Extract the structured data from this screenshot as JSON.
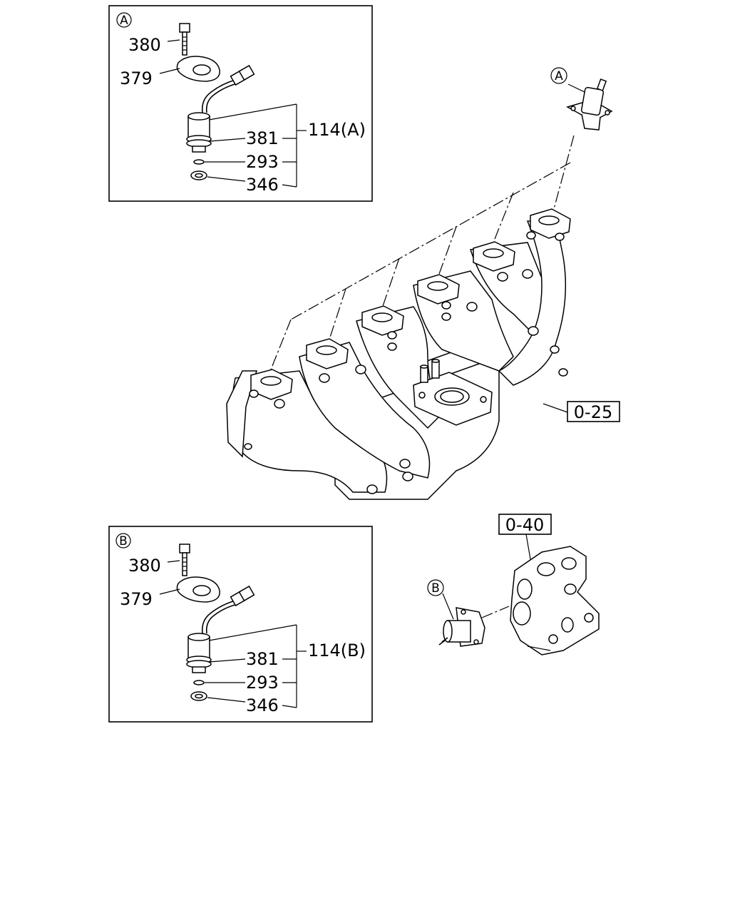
{
  "detail_a": {
    "marker": "A",
    "labels": {
      "bolt": "380",
      "flange": "379",
      "body": "381",
      "oring": "293",
      "washer": "346",
      "assembly": "114(A)"
    }
  },
  "detail_b": {
    "marker": "B",
    "labels": {
      "bolt": "380",
      "flange": "379",
      "body": "381",
      "oring": "293",
      "washer": "346",
      "assembly": "114(B)"
    }
  },
  "main": {
    "manifold_ref": "0-25",
    "housing_ref": "0-40",
    "callout_a": "A",
    "callout_b": "B"
  }
}
